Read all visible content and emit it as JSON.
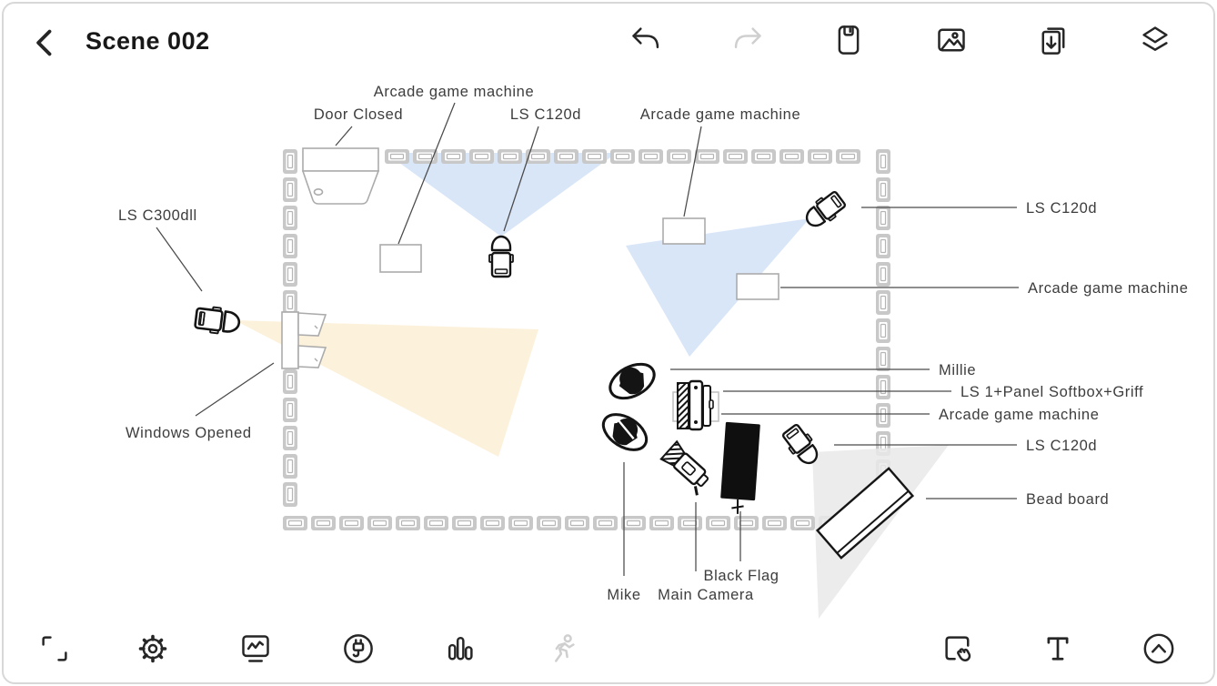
{
  "header": {
    "title": "Scene 002",
    "icons": [
      "back-icon",
      "undo-icon",
      "redo-icon",
      "save-icon",
      "image-icon",
      "export-icon",
      "layers-icon"
    ],
    "redo_disabled": true
  },
  "canvas": {
    "labels": {
      "arcade_top_left": "Arcade game machine",
      "door": "Door Closed",
      "ls_c120d_top": "LS C120d",
      "arcade_top_right": "Arcade game machine",
      "ls_c300dll": "LS C300dll",
      "windows_opened": "Windows Opened",
      "ls_c120d_right": "LS C120d",
      "arcade_right": "Arcade game machine",
      "millie": "Millie",
      "softbox": "LS 1+Panel Softbox+Griff",
      "arcade_center": "Arcade game machine",
      "ls_c120d_bottom": "LS C120d",
      "bead_board": "Bead board",
      "black_flag": "Black Flag",
      "mike": "Mike",
      "main_camera": "Main Camera"
    },
    "colors": {
      "cone_blue": "#D9E6F8",
      "cone_yellow": "#FCF1DB",
      "cone_gray": "#E9E9E9",
      "wall": "#C8C8C8",
      "object_gray_stroke": "#ABABAB",
      "ink": "#141414"
    }
  },
  "toolbar_bottom": {
    "icons": [
      "expand-icon",
      "settings-gear-icon",
      "monitor-icon",
      "power-plug-icon",
      "bar-chart-icon",
      "runner-icon",
      "select-hand-icon",
      "text-tool-icon",
      "collapse-circle-icon"
    ],
    "runner_disabled": true
  }
}
